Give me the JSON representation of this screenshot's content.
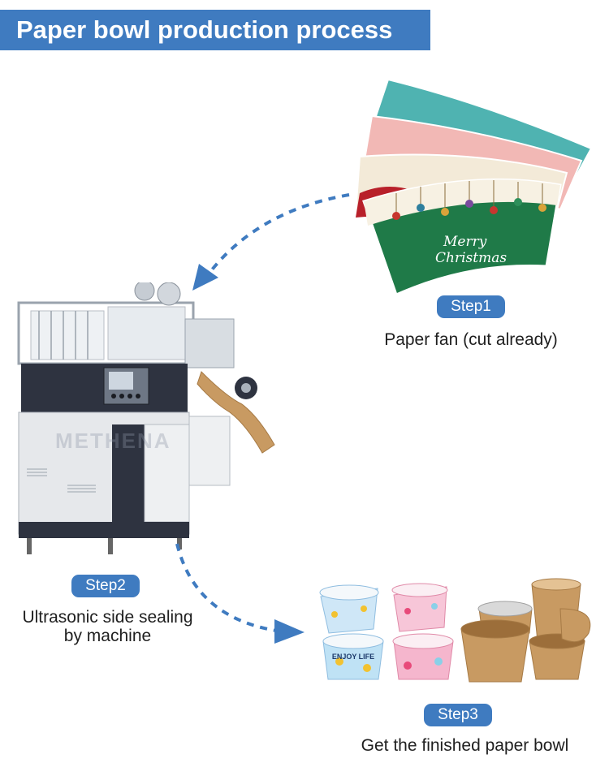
{
  "title": "Paper bowl production process",
  "steps": [
    {
      "label": "Step1",
      "caption": "Paper fan (cut already)"
    },
    {
      "label": "Step2",
      "caption_line1": "Ultrasonic side sealing",
      "caption_line2": "by machine"
    },
    {
      "label": "Step3",
      "caption": "Get the finished paper bowl"
    }
  ],
  "illustration_text": {
    "fan_script_line1": "Merry",
    "fan_script_line2": "Christmas",
    "cup_print": "ENJOY LIFE",
    "watermark": "METHENA"
  },
  "colors": {
    "accent": "#3f7bc0",
    "arrow": "#3f7bc0",
    "fan_green": "#1f7a48",
    "fan_red": "#b8202a",
    "kraft": "#c89a62"
  }
}
